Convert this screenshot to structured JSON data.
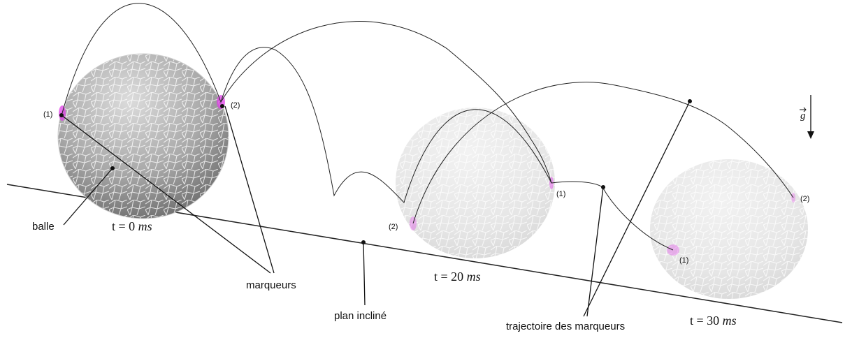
{
  "labels": {
    "ball": "balle",
    "markers": "marqueurs",
    "inclined_plane": "plan incliné",
    "marker_trajectory": "trajectoire des marqueurs",
    "gravity": "g"
  },
  "marker_ids": {
    "m1": "(1)",
    "m2": "(2)"
  },
  "time_labels": {
    "t0": {
      "eq": "t = 0 ",
      "unit": "ms"
    },
    "t20": {
      "eq": "t = 20 ",
      "unit": "ms"
    },
    "t30": {
      "eq": "t = 30 ",
      "unit": "ms"
    }
  },
  "colors": {
    "marker": "#e040e8",
    "line": "#222222",
    "ball_dark": "#6f6f6f",
    "ball_light": "#e4e4e4",
    "cells": "#ffffff"
  }
}
